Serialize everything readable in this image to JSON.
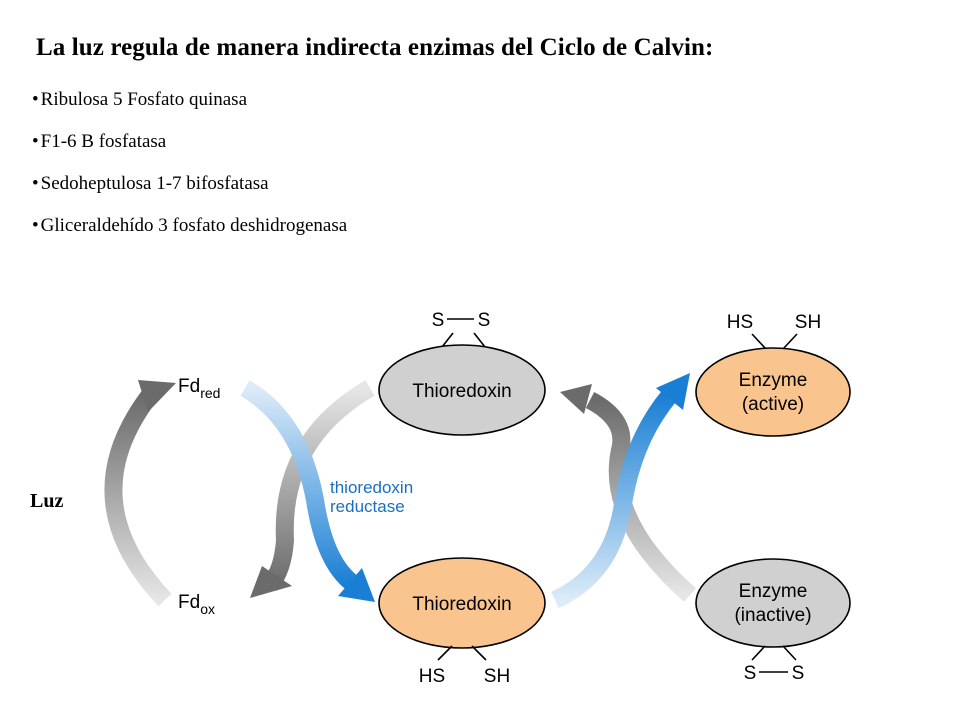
{
  "title": "La luz regula de manera indirecta enzimas del Ciclo de Calvin:",
  "bullets": [
    "Ribulosa 5 Fosfato quinasa",
    "F1-6 B fosfatasa",
    "Sedoheptulosa 1-7 bifosfatasa",
    "Gliceraldehído 3 fosfato deshidrogenasa"
  ],
  "bullet_char": "•",
  "luz": "Luz",
  "diagram": {
    "fd_red_main": "Fd",
    "fd_red_sub": "red",
    "fd_ox_main": "Fd",
    "fd_ox_sub": "ox",
    "reductase_line1": "thioredoxin",
    "reductase_line2": "reductase",
    "thioredoxin_ox": "Thioredoxin",
    "thioredoxin_red": "Thioredoxin",
    "enzyme_active_line1": "Enzyme",
    "enzyme_active_line2": "(active)",
    "enzyme_inactive_line1": "Enzyme",
    "enzyme_inactive_line2": "(inactive)",
    "s_left": "S",
    "s_right": "S",
    "hs": "HS",
    "sh": "SH"
  },
  "colors": {
    "blue": "#1a7fd4",
    "gray_arrow": "#6b6b6b",
    "orange_fill": "#f9c48e",
    "gray_fill": "#d0d0d0",
    "label_blue": "#1a6fc2"
  }
}
